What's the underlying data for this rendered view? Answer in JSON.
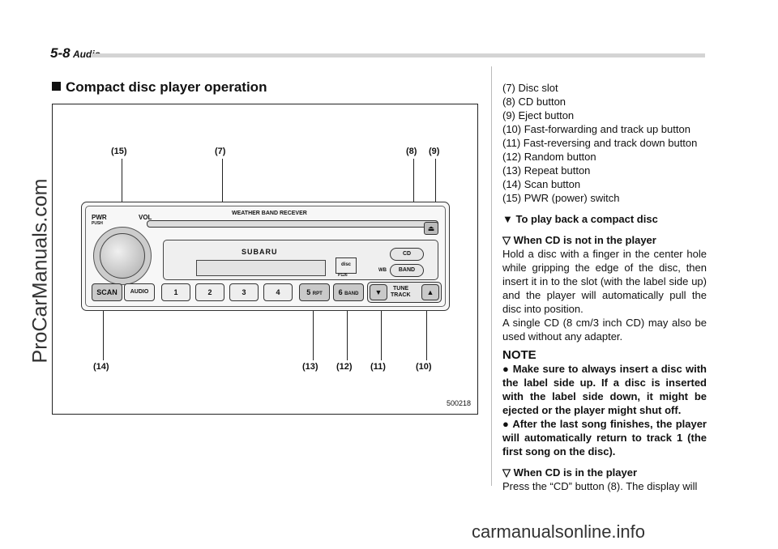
{
  "header": {
    "page": "5-8",
    "section": "Audio"
  },
  "title": "Compact disc player operation",
  "figure": {
    "id": "500218",
    "callouts_top": [
      "(15)",
      "(7)",
      "(8)",
      "(9)"
    ],
    "callouts_bottom": [
      "(14)",
      "(13)",
      "(12)",
      "(11)",
      "(10)"
    ],
    "radio": {
      "pwr": "PWR",
      "push": "PUSH",
      "vol": "VOL",
      "weather": "WEATHER BAND RECEVER",
      "brand": "SUBARU",
      "cd_logo": "disc",
      "p126": "P126",
      "cd": "CD",
      "wb": "WB",
      "band": "BAND",
      "scan": "SCAN",
      "audio": "AUDIO",
      "presets": [
        "1",
        "2",
        "3",
        "4",
        "5",
        "6"
      ],
      "rpt": "RPT",
      "band2": "BAND",
      "tune": "TUNE",
      "track": "TRACK"
    }
  },
  "legend": [
    "(7)   Disc slot",
    "(8)   CD button",
    "(9)   Eject button",
    "(10) Fast-forwarding and track up button",
    "(11) Fast-reversing and track down button",
    "(12) Random button",
    "(13) Repeat button",
    "(14) Scan button",
    "(15) PWR (power) switch"
  ],
  "sub1": "▼ To play back a compact disc",
  "sub2a": "▽ When CD is not in the player",
  "para1": "Hold a disc with a finger in the center hole while gripping the edge of the disc, then insert it in to the slot (with the label side up) and the player will automatically pull the disc into position.",
  "para2": "A single CD (8 cm/3 inch CD) may also be used without any adapter.",
  "note_heading": "NOTE",
  "notes": [
    "● Make sure to always insert a disc with the label side up. If a disc is inserted with the label side down, it might be ejected or the player might shut off.",
    "● After the last song finishes, the player will automatically return to track 1 (the first song on the disc)."
  ],
  "sub2b": "▽ When CD is in the player",
  "para3": "Press the “CD” button (8). The display will",
  "watermark": "ProCarManuals.com",
  "footer_watermark": "carmanualsonline.info"
}
